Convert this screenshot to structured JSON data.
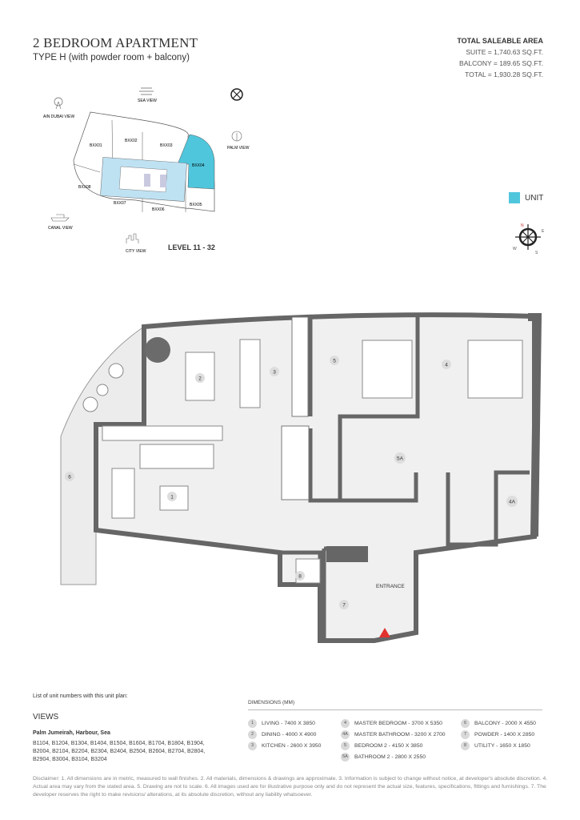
{
  "header": {
    "title": "2 BEDROOM APARTMENT",
    "subtitle": "TYPE H (with powder room + balcony)"
  },
  "area": {
    "heading": "TOTAL SALEABLE AREA",
    "suite": "SUITE = 1,740.63 SQ.FT.",
    "balcony": "BALCONY = 189.65 SQ.FT.",
    "total": "TOTAL = 1,930.28 SQ.FT."
  },
  "keyplan": {
    "views": {
      "sea": "SEA VIEW",
      "ain": "AIN DUBAI VIEW",
      "palm": "PALM VIEW",
      "canal": "CANAL VIEW",
      "city": "CITY VIEW"
    },
    "units": [
      "BXX01",
      "BXX02",
      "BXX03",
      "BXX04",
      "BXX05",
      "BXX06",
      "BXX07",
      "BXX08"
    ],
    "level": "LEVEL  11 - 32",
    "unit_color": "#4fc6dc"
  },
  "legend": {
    "unit": "UNIT"
  },
  "compass": {
    "n": "N",
    "e": "E",
    "s": "S",
    "w": "W"
  },
  "plan": {
    "rooms": [
      "1",
      "2",
      "3",
      "4",
      "4A",
      "5",
      "5A",
      "6",
      "7",
      "8"
    ],
    "entrance": "ENTRANCE"
  },
  "footer": {
    "list_label": "List of unit numbers with this unit plan:",
    "views_heading": "VIEWS",
    "views_sub": "Palm Jumeirah, Harbour, Sea",
    "units": "B1104, B1204, B1304, B1404, B1504, B1604, B1704, B1804, B1904, B2004, B2104, B2204, B2304, B2404, B2504, B2604, B2704, B2804, B2904, B3004, B3104, B3204",
    "dimensions_heading": "DIMENSIONS (MM)",
    "dimensions": [
      [
        {
          "n": "1",
          "t": "LIVING - 7400 X 3850"
        },
        {
          "n": "2",
          "t": "DINING - 4000 X 4900"
        },
        {
          "n": "3",
          "t": "KITCHEN - 2600 X 3950"
        }
      ],
      [
        {
          "n": "4",
          "t": "MASTER BEDROOM - 3700 X 5350"
        },
        {
          "n": "4A",
          "t": "MASTER BATHROOM - 3200 X 2700"
        },
        {
          "n": "5",
          "t": "BEDROOM 2 - 4150 X 3850"
        },
        {
          "n": "5A",
          "t": "BATHROOM 2 - 2800 X 2550"
        }
      ],
      [
        {
          "n": "6",
          "t": "BALCONY - 2000 X 4550"
        },
        {
          "n": "7",
          "t": "POWDER - 1400 X 2850"
        },
        {
          "n": "8",
          "t": "UTILITY - 1650 X 1850"
        }
      ]
    ],
    "disclaimer": "Disclaimer: 1. All dimensions are in metric, measured to wall finishes. 2. All materials, dimensions & drawings are approximate. 3. Information is subject to change without notice, at developer's absolute discretion. 4. Actual area may vary from the stated area. 5. Drawing are not to scale. 6. All images used are for illustrative purpose only and do not represent the actual size, features, specifications, fittings and furnishings. 7. The developer reserves the right to make revisions/ alterations, at its absolute discretion, without any liability whatsoever."
  }
}
